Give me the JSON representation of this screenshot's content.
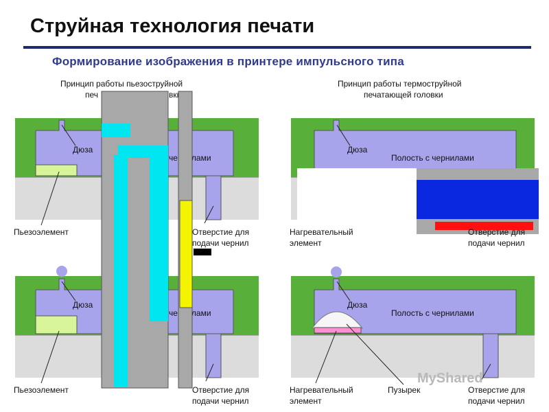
{
  "title": "Струйная технология печати",
  "subtitle": "Формирование изображения в принтере импульсного типа",
  "piezo": {
    "header_line1": "Принцип работы пьезоструйной",
    "header_line2": "печ",
    "header_line2_tail": "вки",
    "top": {
      "nozzle": "Дюза",
      "cavity_tail": "чернилами",
      "element": "Пьезоэлемент",
      "inlet_line1": "Отверстие для",
      "inlet_line2": "подачи чернил"
    },
    "bottom": {
      "nozzle": "Дюза",
      "cavity_tail": "чернилами",
      "element": "Пьезоэлемент",
      "inlet_line1": "Отверстие для",
      "inlet_line2": "подачи чернил"
    }
  },
  "thermal": {
    "header_line1": "Принцип работы термоструйной",
    "header_line2": "печатающей головки",
    "top": {
      "nozzle": "Дюза",
      "cavity": "Полость с чернилами",
      "element_line1": "Нагревательный",
      "element_line2": "элемент",
      "inlet_line1": "Отверстие для",
      "inlet_line2": "подачи чернил"
    },
    "bottom": {
      "nozzle": "Дюза",
      "cavity": "Полость с чернилами",
      "element_line1": "Нагревательный",
      "element_line2": "элемент",
      "bubble": "Пузырек",
      "inlet_line1": "Отверстие для",
      "inlet_line2": "подачи чернил"
    }
  },
  "watermark": "MyShared",
  "colors": {
    "green": "#58b03a",
    "ink": "#a7a4ec",
    "grey_panel": "#dcdcdc",
    "piezo_fill": "#d9f59a",
    "overlay_cyan": "#00e6f0",
    "overlay_yellow": "#f4f400",
    "overlay_blue": "#0a28e0",
    "overlay_red": "#ff1010",
    "heater_pink": "#ff8fd0"
  }
}
